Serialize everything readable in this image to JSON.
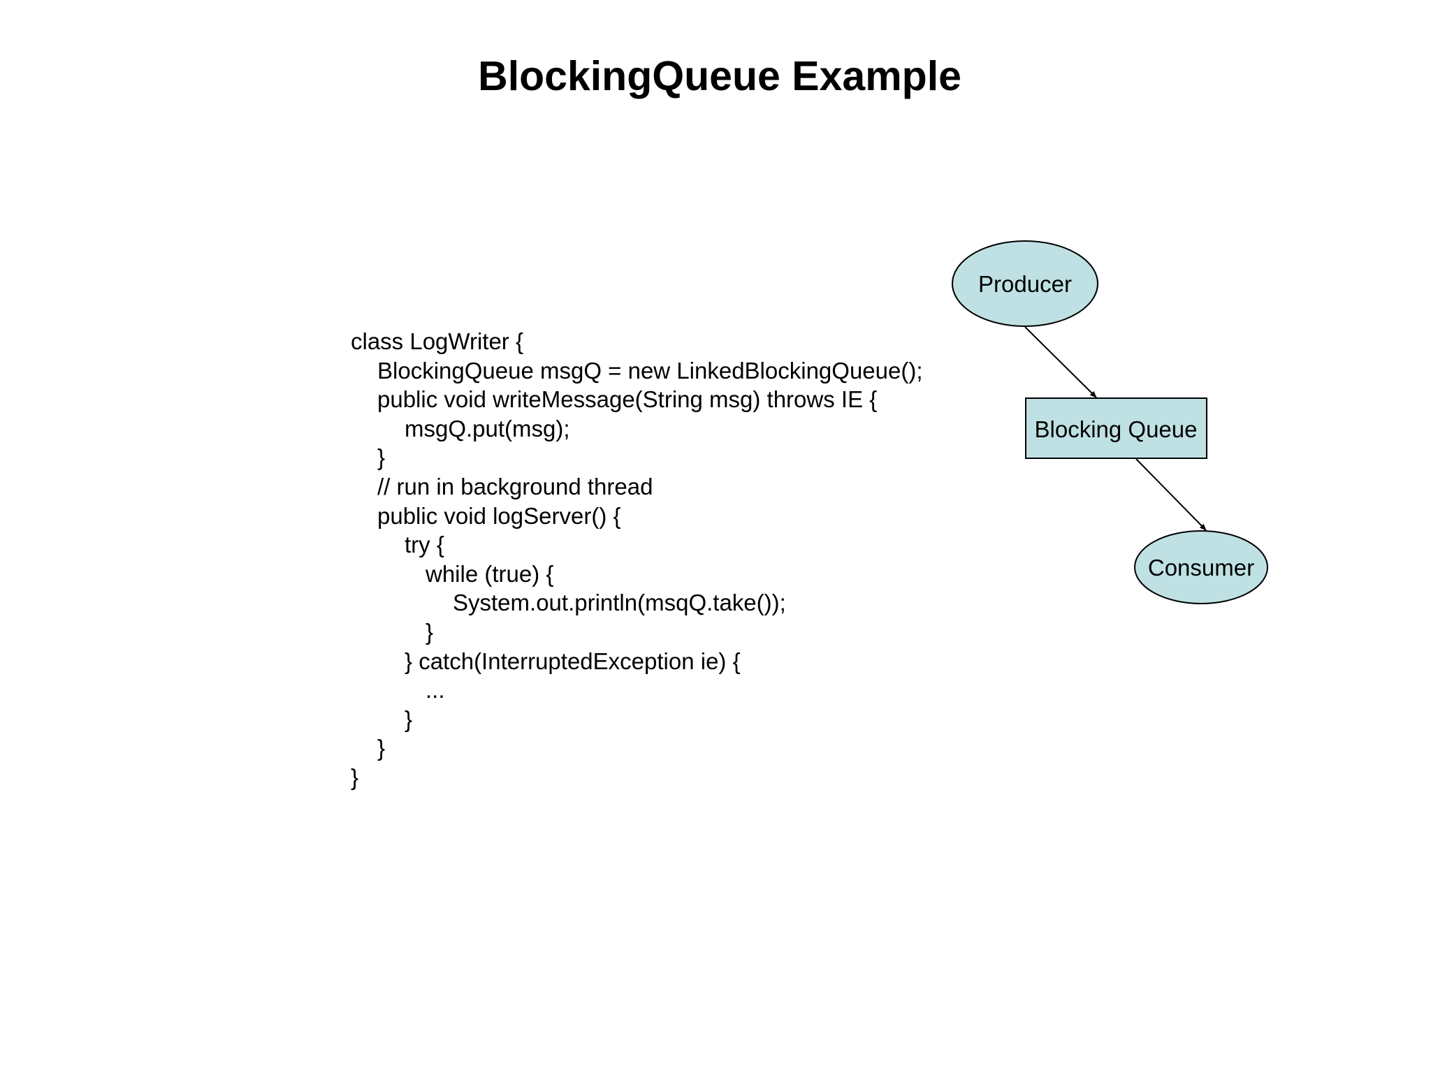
{
  "slide": {
    "title": "BlockingQueue Example"
  },
  "code": {
    "lines": [
      {
        "indent": 0,
        "text": "class LogWriter {"
      },
      {
        "indent": 1,
        "text": "BlockingQueue msgQ = new LinkedBlockingQueue();"
      },
      {
        "indent": 1,
        "text": "public void writeMessage(String msg) throws IE {"
      },
      {
        "indent": 2,
        "text": "msgQ.put(msg);"
      },
      {
        "indent": 1,
        "text": "}"
      },
      {
        "indent": 1,
        "text": "// run in background thread"
      },
      {
        "indent": 1,
        "text": "public void logServer() {"
      },
      {
        "indent": 2,
        "text": "try {"
      },
      {
        "indent": 3,
        "text": "while (true) {"
      },
      {
        "indent": 4,
        "text": "System.out.println(msqQ.take());"
      },
      {
        "indent": 3,
        "text": "}"
      },
      {
        "indent": 2,
        "text": "} catch(InterruptedException ie) {"
      },
      {
        "indent": 3,
        "text": "..."
      },
      {
        "indent": 2,
        "text": "}"
      },
      {
        "indent": 1,
        "text": "}"
      },
      {
        "indent": 0,
        "text": "}"
      }
    ]
  },
  "diagram": {
    "fill_color": "#bfe1e4",
    "stroke_color": "#000000",
    "producer": {
      "label": "Producer"
    },
    "queue": {
      "label": "Blocking Queue"
    },
    "consumer": {
      "label": "Consumer"
    }
  }
}
